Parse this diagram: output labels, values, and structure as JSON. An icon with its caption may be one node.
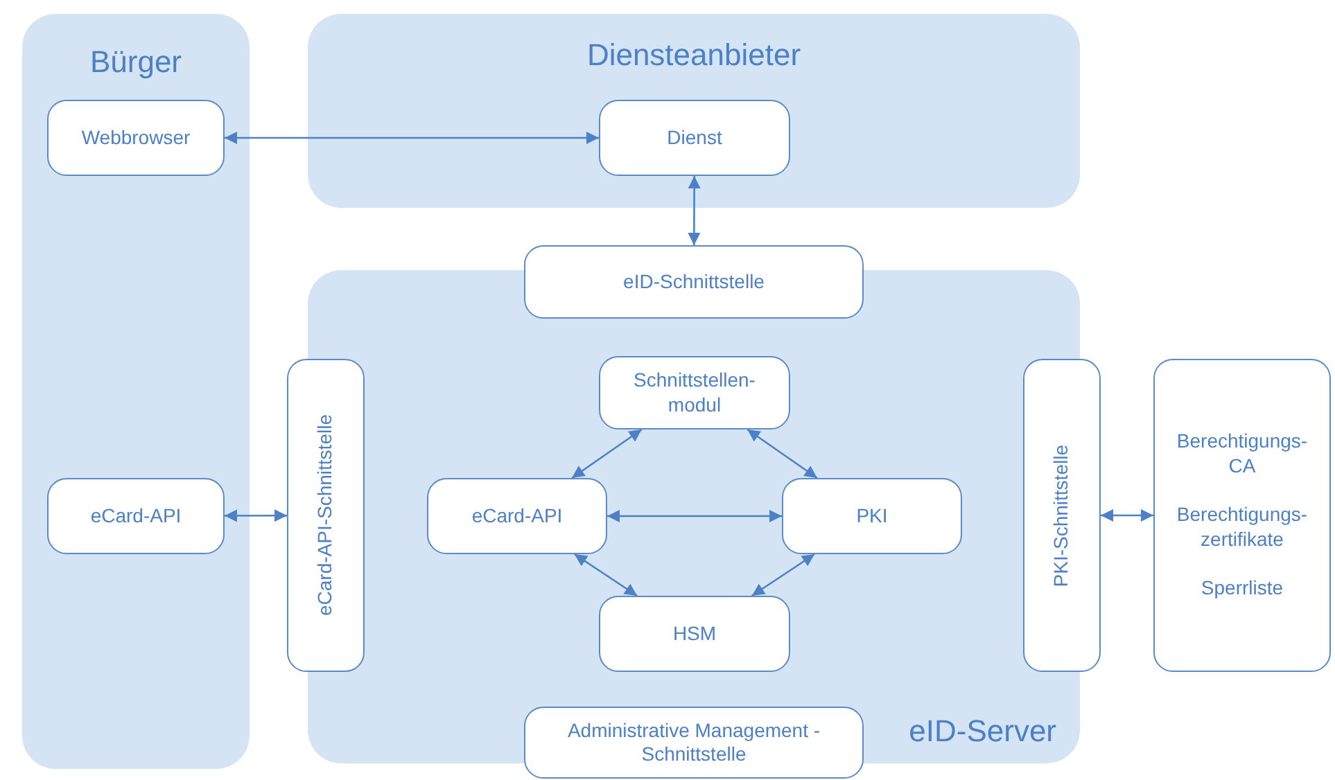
{
  "diagram": {
    "nodes": [
      {
        "text": [
          "Bürger"
        ]
      },
      {
        "text": [
          "Webbrowser"
        ],
        "in": 0
      },
      {
        "text": [
          "eCard-API"
        ],
        "in": 0
      },
      {
        "text": [
          "Diensteanbieter"
        ]
      },
      {
        "text": [
          "Dienst"
        ],
        "in": 3
      },
      {
        "text": [
          "eID-Server"
        ]
      },
      {
        "text": [
          "eID-Schnittstelle"
        ]
      },
      {
        "text": [
          "eCard-API-Schnittstelle"
        ]
      },
      {
        "text": [
          "Schnittstellen- modul"
        ],
        "in": 5
      },
      {
        "text": [
          "eCard-API"
        ],
        "in": 5
      },
      {
        "text": [
          "PKI"
        ],
        "in": 5
      },
      {
        "text": [
          "HSM"
        ],
        "in": 5
      },
      {
        "text": [
          "PKI-Schnittstelle"
        ]
      },
      {
        "text": [
          "Administrative Management - Schnittstelle"
        ]
      },
      {
        "text": [
          "Berechtigungs- CA",
          "Berechtigungs- zertifikate",
          "Sperrliste"
        ]
      }
    ],
    "edges": [
      {
        "from": 1,
        "to": 4,
        "arrow": "both"
      },
      {
        "from": 4,
        "to": 6,
        "arrow": "both"
      },
      {
        "from": 2,
        "to": 7,
        "arrow": "both"
      },
      {
        "from": 8,
        "to": 9,
        "arrow": "both"
      },
      {
        "from": 8,
        "to": 10,
        "arrow": "both"
      },
      {
        "from": 9,
        "to": 10,
        "arrow": "both"
      },
      {
        "from": 9,
        "to": 11,
        "arrow": "both"
      },
      {
        "from": 10,
        "to": 11,
        "arrow": "both"
      },
      {
        "from": 12,
        "to": 14,
        "arrow": "both"
      }
    ]
  }
}
